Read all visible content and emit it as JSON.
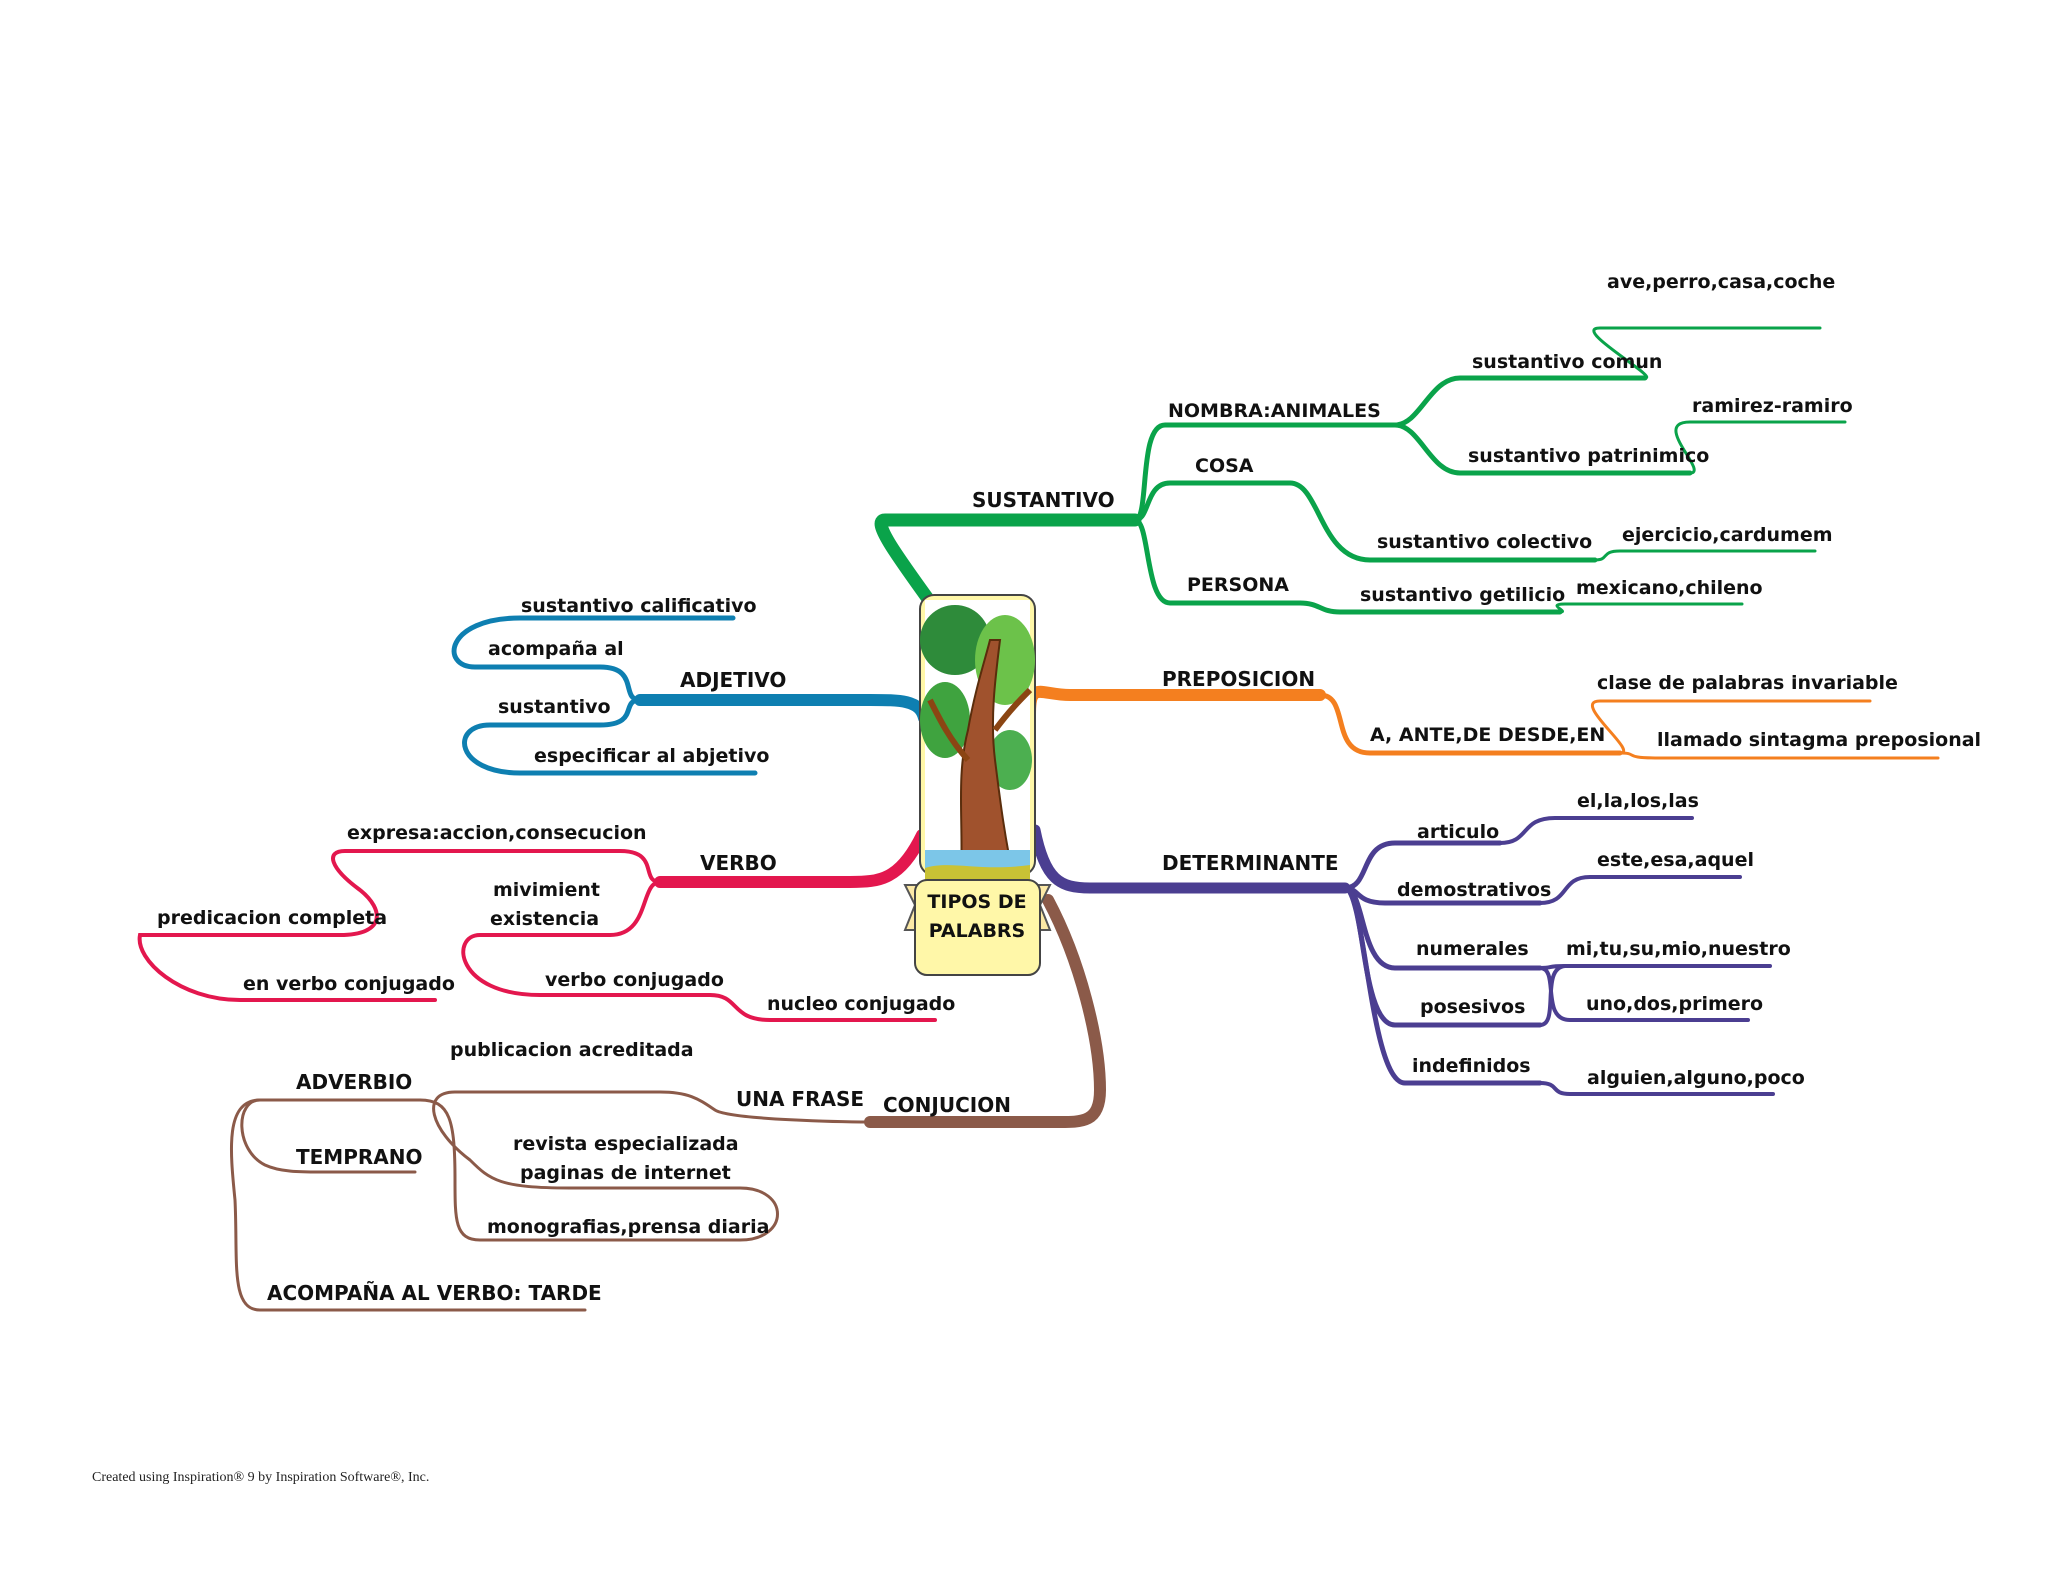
{
  "central": {
    "line1": "TIPOS DE",
    "line2": "PALABRS"
  },
  "colors": {
    "sustantivo": "#0aa34a",
    "preposicion": "#f47f1f",
    "determinante": "#4b3e91",
    "adjetivo": "#0e7fb1",
    "verbo": "#e3174e",
    "conjucion": "#8b5a49",
    "note_bg": "#fff7a8"
  },
  "sustantivo": {
    "label": "SUSTANTIVO",
    "nombra": "NOMBRA:ANIMALES",
    "cosa": "COSA",
    "persona": "PERSONA",
    "comun": "sustantivo comun",
    "comun_ex": "ave,perro,casa,coche",
    "patrinimico": "sustantivo patrinimico",
    "patrinimico_ex": "ramirez-ramiro",
    "colectivo": "sustantivo colectivo",
    "colectivo_ex": "ejercicio,cardumem",
    "getilicio": "sustantivo getilicio",
    "getilicio_ex": "mexicano,chileno"
  },
  "preposicion": {
    "label": "PREPOSICION",
    "list": "A, ANTE,DE DESDE,EN",
    "clase": "clase de palabras invariable",
    "sintagma": "llamado sintagma preposional"
  },
  "determinante": {
    "label": "DETERMINANTE",
    "articulo": "articulo",
    "articulo_ex": "el,la,los,las",
    "demostrativos": "demostrativos",
    "demostrativos_ex": "este,esa,aquel",
    "numerales": "numerales",
    "posesivos": "posesivos",
    "mi_ex": "mi,tu,su,mio,nuestro",
    "uno_ex": "uno,dos,primero",
    "indefinidos": "indefinidos",
    "indefinidos_ex": "alguien,alguno,poco"
  },
  "adjetivo": {
    "label": "ADJETIVO",
    "calificativo": "sustantivo calificativo",
    "acompana": "acompaña al",
    "sustantivo": "sustantivo",
    "especificar": "especificar al abjetivo"
  },
  "verbo": {
    "label": "VERBO",
    "expresa": "expresa:accion,consecucion",
    "predicacion": "predicacion completa",
    "en_verbo": "en verbo conjugado",
    "movimiento1": "mivimient",
    "movimiento2": "existencia",
    "conjugado": "verbo conjugado",
    "nucleo": "nucleo conjugado"
  },
  "conjucion": {
    "label": "CONJUCION",
    "una_frase": "UNA FRASE",
    "publicacion": "publicacion acreditada",
    "adverbio": "ADVERBIO",
    "temprano": "TEMPRANO",
    "revista": "revista especializada",
    "paginas": "paginas de internet",
    "monografias": "monografias,prensa diaria",
    "acompana_verbo": "ACOMPAÑA AL VERBO: TARDE"
  },
  "footer": "Created using Inspiration® 9 by Inspiration Software®, Inc."
}
